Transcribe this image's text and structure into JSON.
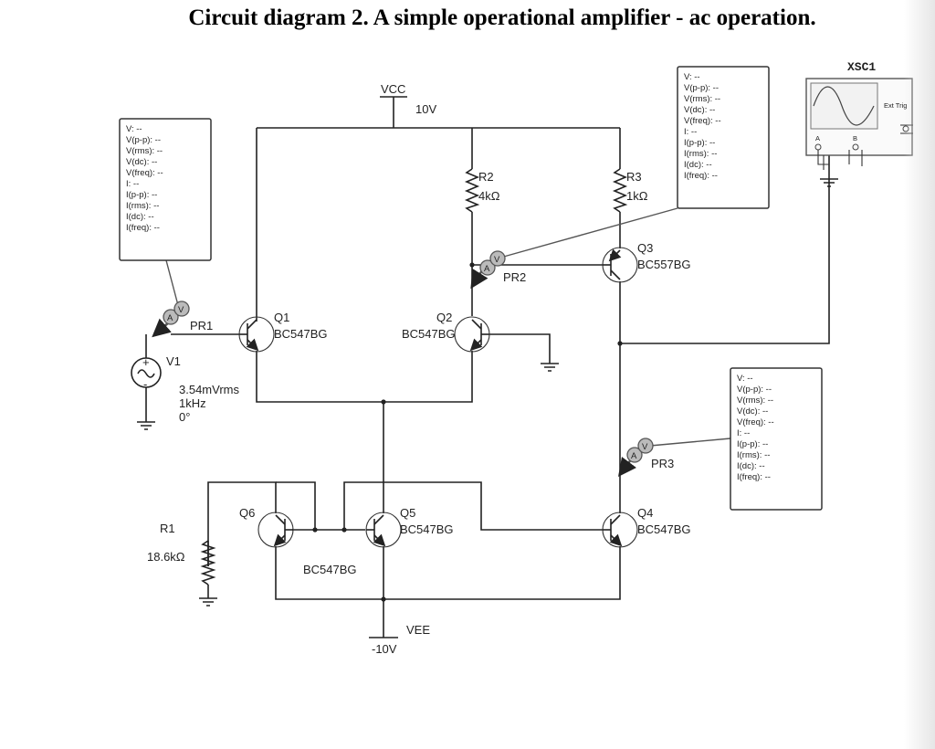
{
  "title": "Circuit diagram 2. A simple operational amplifier - ac operation.",
  "supply": {
    "vcc_name": "VCC",
    "vcc_value": "10V",
    "vee_name": "VEE",
    "vee_value": "-10V"
  },
  "resistors": {
    "r2": {
      "name": "R2",
      "value": "4kΩ"
    },
    "r3": {
      "name": "R3",
      "value": "1kΩ"
    },
    "r1": {
      "name": "R1",
      "value": "18.6kΩ"
    }
  },
  "transistors": {
    "q1": {
      "name": "Q1",
      "part": "BC547BG"
    },
    "q2": {
      "name": "Q2",
      "part": "BC547BG"
    },
    "q3": {
      "name": "Q3",
      "part": "BC557BG"
    },
    "q4": {
      "name": "Q4",
      "part": "BC547BG"
    },
    "q5": {
      "name": "Q5",
      "part": "BC547BG"
    },
    "q6": {
      "name": "Q6",
      "part": "BC547BG"
    }
  },
  "source": {
    "name": "V1",
    "amplitude": "3.54mVrms",
    "frequency": "1kHz",
    "phase": "0°",
    "plus": "+",
    "minus": "-"
  },
  "probes": {
    "pr1": {
      "name": "PR1"
    },
    "pr2": {
      "name": "PR2"
    },
    "pr3": {
      "name": "PR3"
    },
    "badge_a": "A",
    "badge_v": "V",
    "readout": [
      "V: --",
      "V(p-p): --",
      "V(rms): --",
      "V(dc): --",
      "V(freq): --",
      "I: --",
      "I(p-p): --",
      "I(rms): --",
      "I(dc): --",
      "I(freq): --"
    ]
  },
  "scope": {
    "name": "XSC1",
    "ext_trig": "Ext Trig",
    "ch_a": "A",
    "ch_b": "B"
  },
  "colors": {
    "wire": "#222222",
    "probe_badge": "#bbbbbb",
    "scope_screen": "#f2f2f2"
  }
}
